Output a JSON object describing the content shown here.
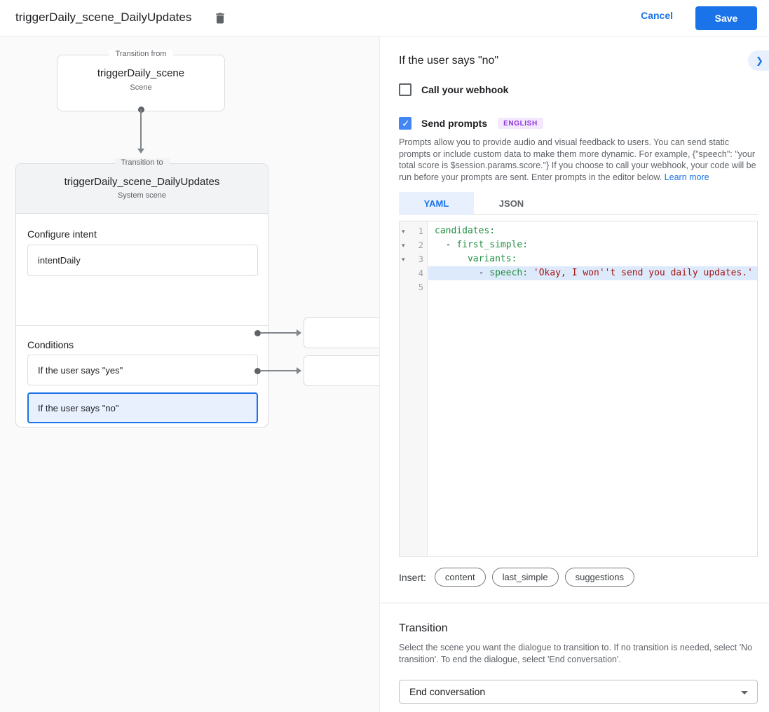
{
  "topbar": {
    "title": "triggerDaily_scene_DailyUpdates",
    "cancel_label": "Cancel",
    "save_label": "Save"
  },
  "diagram": {
    "from_box": {
      "legend": "Transition from",
      "title": "triggerDaily_scene",
      "subtitle": "Scene"
    },
    "to_box": {
      "legend": "Transition to",
      "title": "triggerDaily_scene_DailyUpdates",
      "subtitle": "System scene",
      "intent": {
        "heading": "Configure intent",
        "value": "intentDaily"
      },
      "conditions": {
        "heading": "Conditions",
        "items": [
          {
            "label": "If the user says \"yes\"",
            "selected": false
          },
          {
            "label": "If the user says \"no\"",
            "selected": true
          }
        ]
      }
    }
  },
  "panel": {
    "title": "If the user says \"no\"",
    "collapse_icon": "❯",
    "webhook_checkbox": {
      "label": "Call your webhook",
      "checked": false
    },
    "prompts_checkbox": {
      "label": "Send prompts",
      "checked": true,
      "badge": "ENGLISH"
    },
    "description": "Prompts allow you to provide audio and visual feedback to users. You can send static prompts or include custom data to make them more dynamic. For example, {\"speech\": \"your total score is $session.params.score.\"} If you choose to call your webhook, your code will be run before your prompts are sent. Enter prompts in the editor below. ",
    "learn_more": "Learn more",
    "tabs": [
      {
        "label": "YAML",
        "active": true
      },
      {
        "label": "JSON",
        "active": false
      }
    ],
    "editor": {
      "lines": [
        {
          "num": 1,
          "fold": true,
          "highlight": false,
          "segments": [
            {
              "text": "candidates:",
              "type": "key"
            }
          ]
        },
        {
          "num": 2,
          "fold": true,
          "highlight": false,
          "segments": [
            {
              "text": "  - ",
              "type": "plain"
            },
            {
              "text": "first_simple:",
              "type": "key"
            }
          ]
        },
        {
          "num": 3,
          "fold": true,
          "highlight": false,
          "segments": [
            {
              "text": "      ",
              "type": "plain"
            },
            {
              "text": "variants:",
              "type": "key"
            }
          ]
        },
        {
          "num": 4,
          "fold": false,
          "highlight": true,
          "segments": [
            {
              "text": "        - ",
              "type": "plain"
            },
            {
              "text": "speech: ",
              "type": "key"
            },
            {
              "text": "'Okay, I won''t send you daily updates.'",
              "type": "string"
            }
          ]
        },
        {
          "num": 5,
          "fold": false,
          "highlight": false,
          "segments": []
        }
      ]
    },
    "insert_label": "Insert:",
    "chips": [
      "content",
      "last_simple",
      "suggestions"
    ],
    "transition": {
      "heading": "Transition",
      "description": "Select the scene you want the dialogue to transition to. If no transition is needed, select 'No transition'. To end the dialogue, select 'End conversation'.",
      "select_value": "End conversation"
    }
  },
  "colors": {
    "accent_blue": "#1a73e8",
    "checkbox_blue": "#4285f4",
    "selected_condition_bg": "#e8f0fe",
    "badge_bg": "#f3e8fd",
    "badge_text": "#8c30d9",
    "code_key_green": "#1e8e3e",
    "code_string_red": "#a31515",
    "code_highlight_bg": "#ddeafb"
  }
}
